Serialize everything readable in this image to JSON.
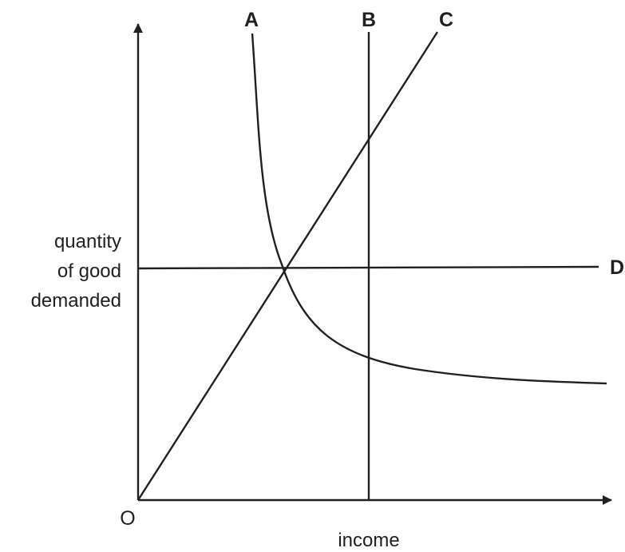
{
  "diagram": {
    "origin_label": "O",
    "x_axis_label": "income",
    "y_axis_label": [
      "quantity",
      "of good",
      "demanded"
    ],
    "curves": [
      {
        "id": "A",
        "label": "A"
      },
      {
        "id": "B",
        "label": "B"
      },
      {
        "id": "C",
        "label": "C"
      },
      {
        "id": "D",
        "label": "D"
      }
    ]
  }
}
